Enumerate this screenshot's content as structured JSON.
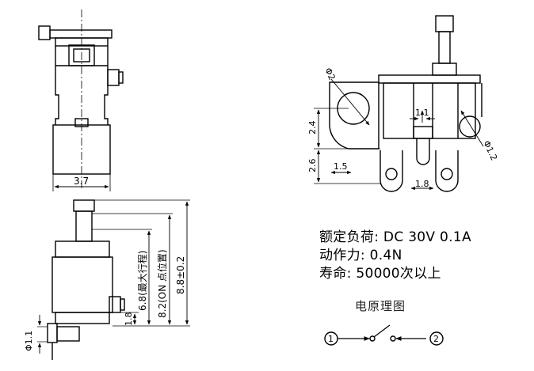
{
  "dimensions": {
    "width_label": "3.7",
    "stroke_8_8": "8.8±0.2",
    "stroke_8_2": "8.2(ON 点位置)",
    "stroke_6_8": "6.8(最大行程)",
    "offset_1_8": "1.8",
    "pin_dia_left": "Φ1.1",
    "hole_dia": "Φ2",
    "lug_dia": "Φ1.2",
    "dim_1_1": "1.1",
    "dim_2_4": "2.4",
    "dim_2_6": "2.6",
    "dim_1_5": "1.5",
    "dim_1_8_bottom": "1.8"
  },
  "specs": {
    "rating": "额定负荷: DC 30V 0.1A",
    "force": "动作力: 0.4N",
    "life": "寿命: 50000次以上"
  },
  "circuit": {
    "title": "电原理图",
    "terminal_1": "1",
    "terminal_2": "2"
  },
  "colors": {
    "ink": "#000000",
    "background": "#ffffff"
  }
}
